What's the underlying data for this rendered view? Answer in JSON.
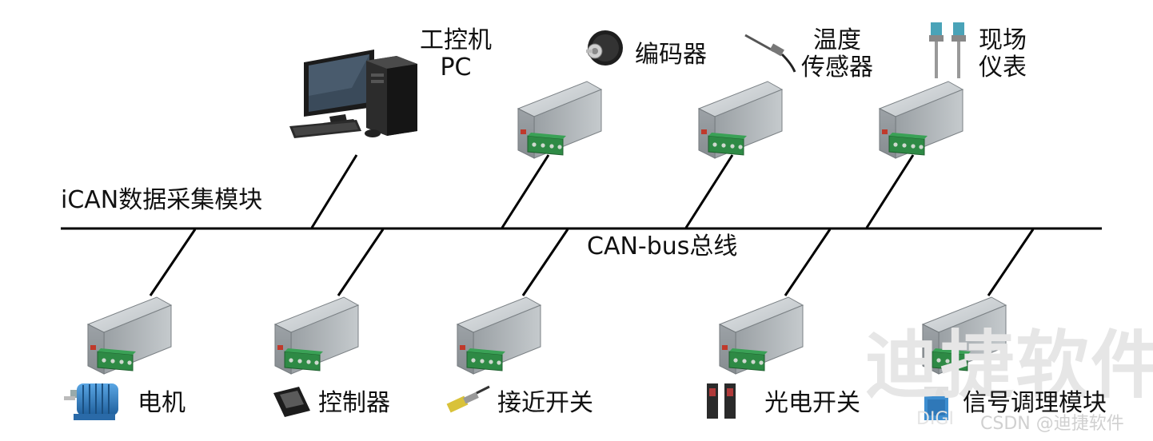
{
  "bus": {
    "label": "CAN-bus总线"
  },
  "system_label": "iCAN数据采集模块",
  "pc": {
    "line1": "工控机",
    "line2": "PC"
  },
  "top_devices": [
    {
      "lines": [
        "编码器"
      ]
    },
    {
      "lines": [
        "温度",
        "传感器"
      ]
    },
    {
      "lines": [
        "现场",
        "仪表"
      ]
    }
  ],
  "bottom_devices": [
    {
      "label": "电机"
    },
    {
      "label": "控制器"
    },
    {
      "label": "接近开关"
    },
    {
      "label": "光电开关"
    },
    {
      "label": "信号调理模块"
    }
  ],
  "watermark": "迪捷软件",
  "credit": "CSDN @迪捷软件",
  "credit_faint": "DIGI",
  "colors": {
    "line": "#000000",
    "module_body": "#a4aaae",
    "terminal": "#2e8a45",
    "motor": "#2f7ec0"
  }
}
